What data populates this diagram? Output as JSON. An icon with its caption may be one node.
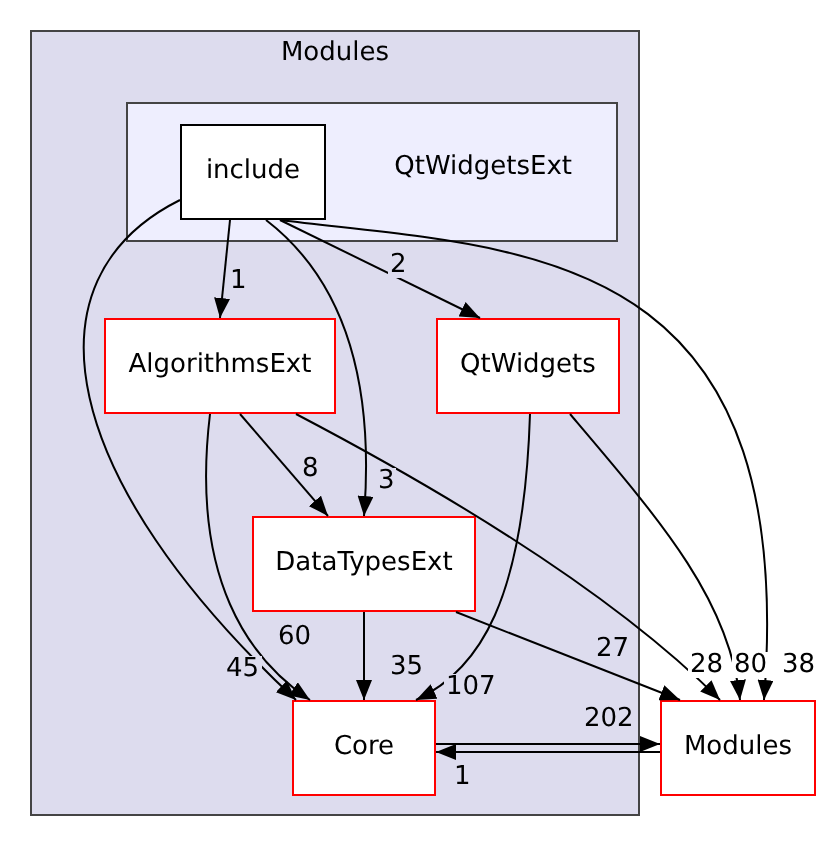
{
  "diagram": {
    "nodes": [
      {
        "text": [
          "Modules"
        ]
      },
      {
        "text": [
          "QtWidgetsExt"
        ],
        "in": 0
      },
      {
        "text": [
          "include"
        ],
        "in": 1
      },
      {
        "text": [
          "AlgorithmsExt"
        ],
        "in": 0
      },
      {
        "text": [
          "QtWidgets"
        ],
        "in": 0
      },
      {
        "text": [
          "DataTypesExt"
        ],
        "in": 0
      },
      {
        "text": [
          "Core"
        ],
        "in": 0
      },
      {
        "text": [
          "Modules"
        ]
      }
    ],
    "edges": [
      {
        "from": 2,
        "to": 3,
        "arrow": "to",
        "label": "1"
      },
      {
        "from": 2,
        "to": 4,
        "arrow": "to",
        "label": "2"
      },
      {
        "from": 2,
        "to": 5,
        "arrow": "to",
        "label": "3"
      },
      {
        "from": 2,
        "to": 6,
        "arrow": "to",
        "label": "45"
      },
      {
        "from": 2,
        "to": 7,
        "arrow": "to",
        "label": "38"
      },
      {
        "from": 3,
        "to": 5,
        "arrow": "to",
        "label": "8"
      },
      {
        "from": 3,
        "to": 6,
        "arrow": "to",
        "label": "60"
      },
      {
        "from": 3,
        "to": 7,
        "arrow": "to",
        "label": "28"
      },
      {
        "from": 4,
        "to": 6,
        "arrow": "to",
        "label": "107"
      },
      {
        "from": 4,
        "to": 7,
        "arrow": "to",
        "label": "80"
      },
      {
        "from": 5,
        "to": 6,
        "arrow": "to",
        "label": "35"
      },
      {
        "from": 5,
        "to": 7,
        "arrow": "to",
        "label": "27"
      },
      {
        "from": 6,
        "to": 7,
        "arrow": "to",
        "label": "202"
      },
      {
        "from": 7,
        "to": 6,
        "arrow": "to",
        "label": "1"
      }
    ]
  }
}
